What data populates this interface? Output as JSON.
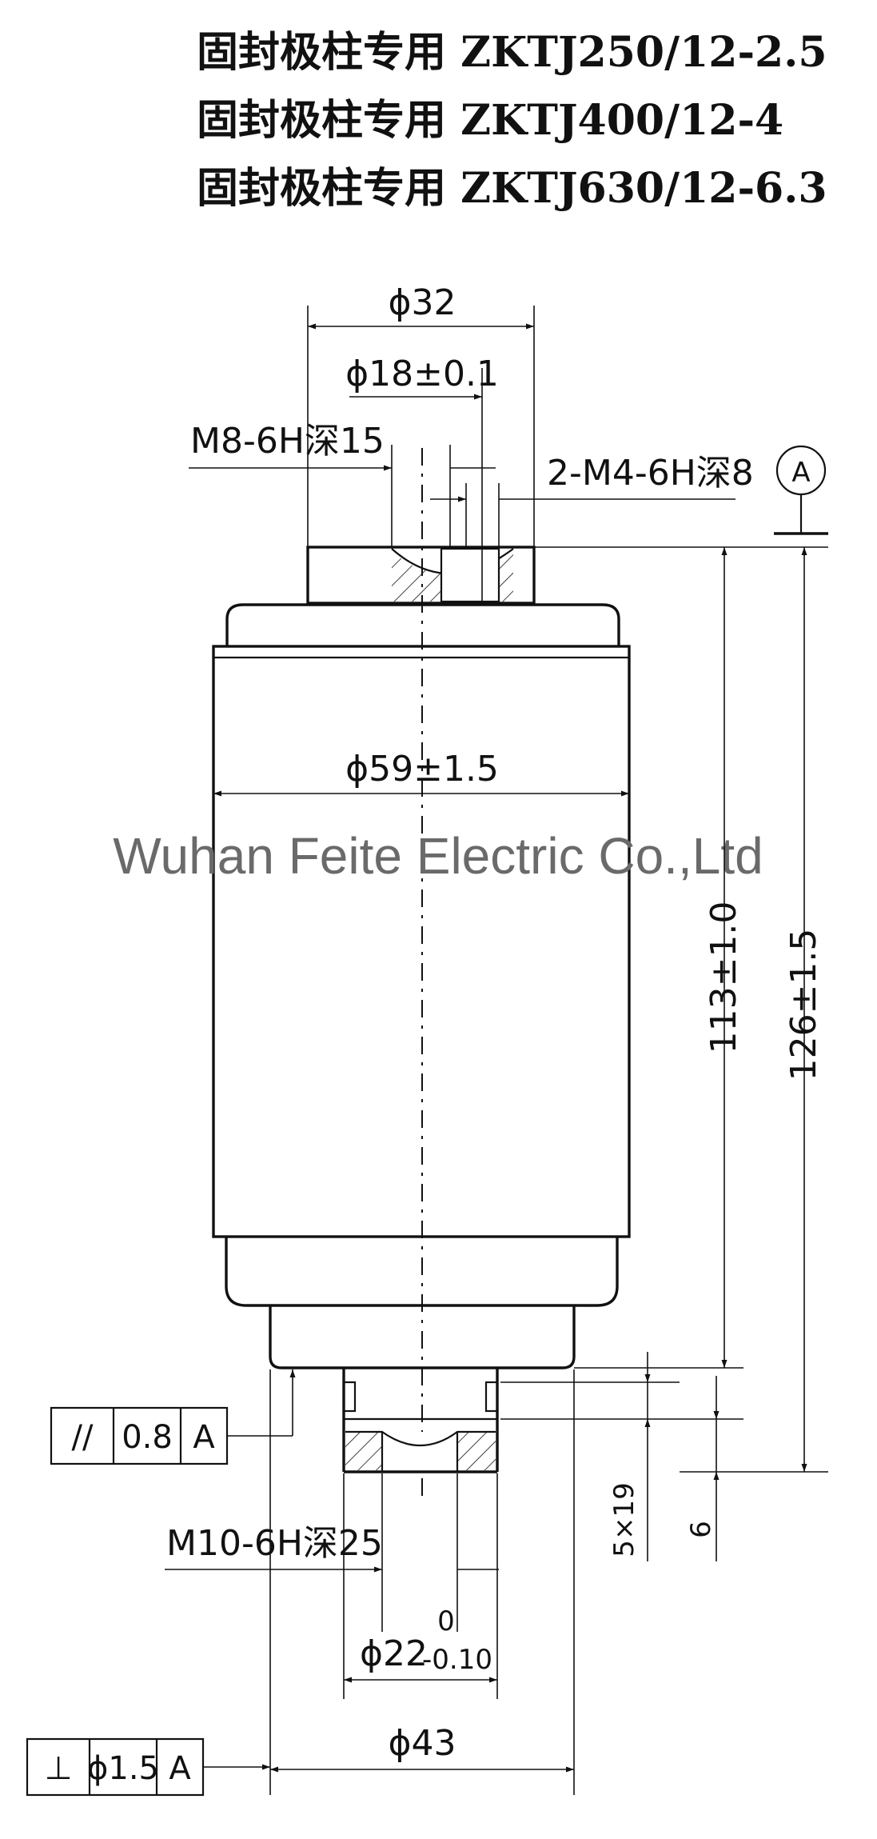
{
  "titles": [
    "固封极柱专用 ZKTJ250/12-2.5",
    "固封极柱专用 ZKTJ400/12-4",
    "固封极柱专用 ZKTJ630/12-6.3"
  ],
  "datum": {
    "label": "A"
  },
  "dimensions": {
    "top_dia": "ϕ32",
    "top_bore": "ϕ18±0.1",
    "top_thread": "M8-6H深15",
    "side_threads": "2-M4-6H深8",
    "body_dia": "ϕ59±1.5",
    "height_inner": "113±1.0",
    "height_total": "126±1.5",
    "bottom_thread": "M10-6H深25",
    "shaft_dia": "ϕ22",
    "shaft_tol_upper": "0",
    "shaft_tol_lower": "-0.10",
    "base_dia": "ϕ43",
    "groove": "5×19",
    "step": "6"
  },
  "tolerance_frames": [
    {
      "symbol": "//",
      "value": "0.8",
      "datum": "A"
    },
    {
      "symbol": "⊥",
      "value": "ϕ1.5",
      "datum": "A"
    }
  ],
  "watermark": "Wuhan Feite Electric Co.,Ltd"
}
